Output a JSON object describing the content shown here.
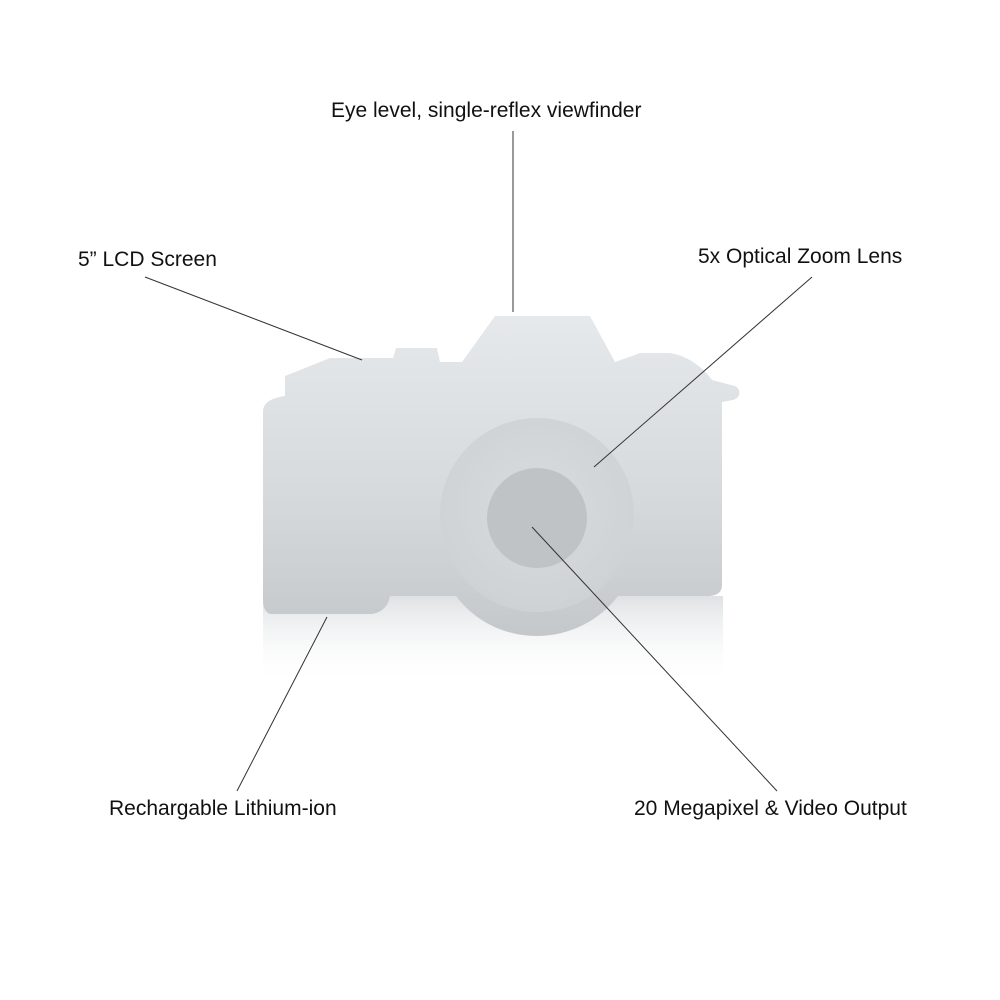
{
  "callouts": {
    "viewfinder": "Eye level, single-reflex viewfinder",
    "lcd": "5” LCD Screen",
    "zoom": "5x Optical Zoom Lens",
    "battery": "Rechargable Lithium-ion",
    "megapixel": "20 Megapixel & Video Output"
  },
  "colors": {
    "body_top": "#e3e6e8",
    "body_bottom": "#c4c9cc",
    "lens_ring": "#d4d8da",
    "lens_center": "#bfc3c6",
    "leader_line": "#333333",
    "label_text": "#111111"
  }
}
